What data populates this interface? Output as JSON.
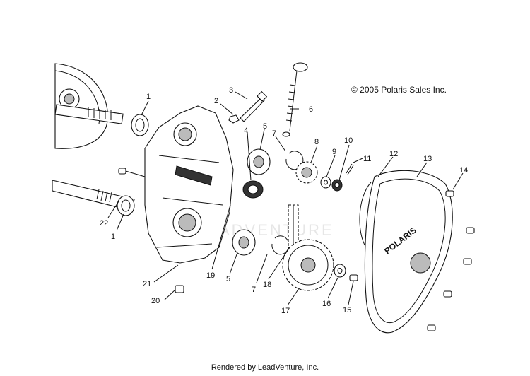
{
  "copyright": "© 2005 Polaris Sales Inc.",
  "footer": "Rendered by LeadVenture, Inc.",
  "watermark": "ADVENTURE",
  "brand_logo": "POLARIS",
  "callouts": {
    "c1a": "1",
    "c1b": "1",
    "c2": "2",
    "c3": "3",
    "c4": "4",
    "c5a": "5",
    "c5b": "5",
    "c6": "6",
    "c7a": "7",
    "c7b": "7",
    "c8": "8",
    "c9": "9",
    "c10": "10",
    "c11": "11",
    "c12": "12",
    "c13": "13",
    "c14": "14",
    "c15": "15",
    "c16": "16",
    "c17": "17",
    "c18": "18",
    "c19": "19",
    "c20": "20",
    "c21": "21",
    "c22": "22"
  }
}
